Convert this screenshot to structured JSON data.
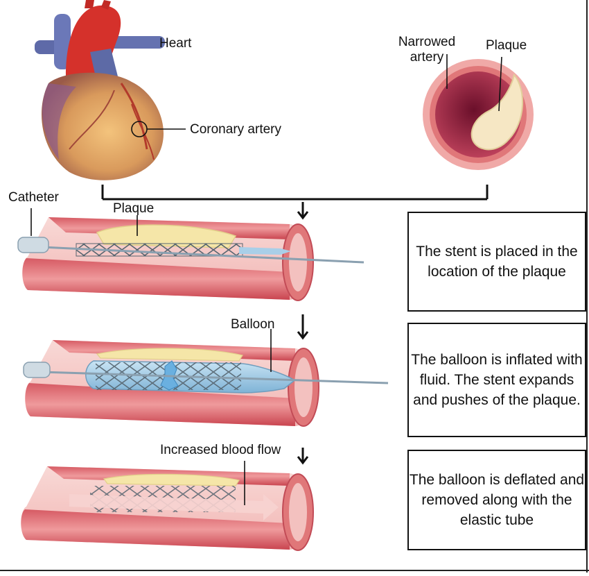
{
  "labels": {
    "heart": "Heart",
    "coronary_artery": "Coronary artery",
    "narrowed_artery": "Narrowed\nartery",
    "plaque_top": "Plaque",
    "catheter": "Catheter",
    "plaque_vessel": "Plaque",
    "balloon": "Balloon",
    "increased_flow": "Increased blood flow"
  },
  "steps": [
    {
      "text": "The stent is placed in the location of the plaque"
    },
    {
      "text": "The balloon is inflated with fluid. The stent expands and pushes of the plaque."
    },
    {
      "text": "The balloon is deflated and removed along with the elastic tube"
    }
  ],
  "colors": {
    "vessel_wall": "#e8848a",
    "vessel_dark": "#b03a44",
    "vessel_inner": "#f6c5c3",
    "plaque": "#f5e6a8",
    "stent": "#6d7f8c",
    "balloon": "#a9cfe8",
    "heart_muscle": "#d9a36a",
    "aorta": "#d5312b",
    "vein": "#5e6aa8"
  },
  "icons": [
    "down-arrow-icon"
  ]
}
